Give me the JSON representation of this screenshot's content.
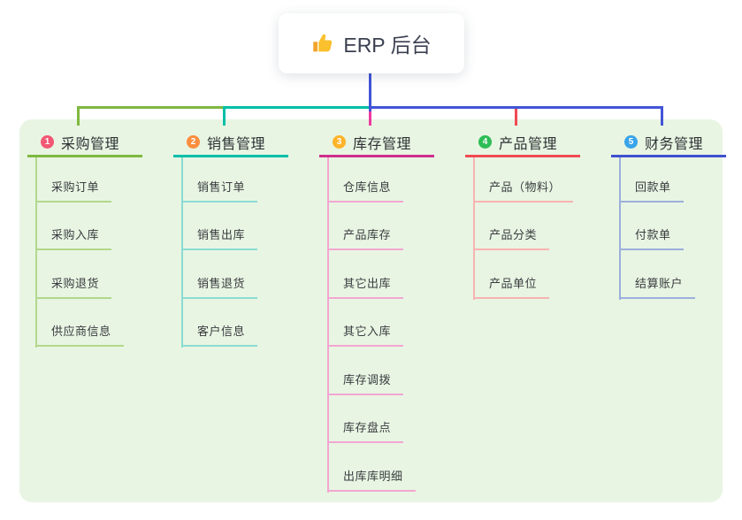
{
  "root": {
    "title": "ERP 后台",
    "icon": "thumbs-up-icon"
  },
  "panel": {
    "background": "#e8f5e3"
  },
  "connector": {
    "trunk_color": "#4254d6",
    "segment_left": "#7fb840",
    "segment_mid": "#00bfa9",
    "segment_right": "#4254d6",
    "drop_1": "#7fb840",
    "drop_2": "#00bfa9",
    "drop_3": "#ee3a9e",
    "drop_4": "#f04a52",
    "drop_5": "#4254d6"
  },
  "branches": [
    {
      "badge": "1",
      "title": "采购管理",
      "badge_color": "#f25873",
      "line_color": "#7fb840",
      "child_line_color": "#b3d88b",
      "children": [
        "采购订单",
        "采购入库",
        "采购退货",
        "供应商信息"
      ]
    },
    {
      "badge": "2",
      "title": "销售管理",
      "badge_color": "#fb8e3f",
      "line_color": "#00bfa9",
      "child_line_color": "#8adcd2",
      "children": [
        "销售订单",
        "销售出库",
        "销售退货",
        "客户信息"
      ]
    },
    {
      "badge": "3",
      "title": "库存管理",
      "badge_color": "#ffb32a",
      "line_color": "#cf2e8e",
      "child_line_color": "#f3a6d1",
      "children": [
        "仓库信息",
        "产品库存",
        "其它出库",
        "其它入库",
        "库存调拨",
        "库存盘点",
        "出库库明细"
      ]
    },
    {
      "badge": "4",
      "title": "产品管理",
      "badge_color": "#2dbd55",
      "line_color": "#f04a52",
      "child_line_color": "#f8b3b0",
      "children": [
        "产品（物料）",
        "产品分类",
        "产品单位"
      ]
    },
    {
      "badge": "5",
      "title": "财务管理",
      "badge_color": "#38a4ea",
      "line_color": "#3f51cf",
      "child_line_color": "#9cafdb",
      "children": [
        "回款单",
        "付款单",
        "结算账户"
      ]
    }
  ]
}
